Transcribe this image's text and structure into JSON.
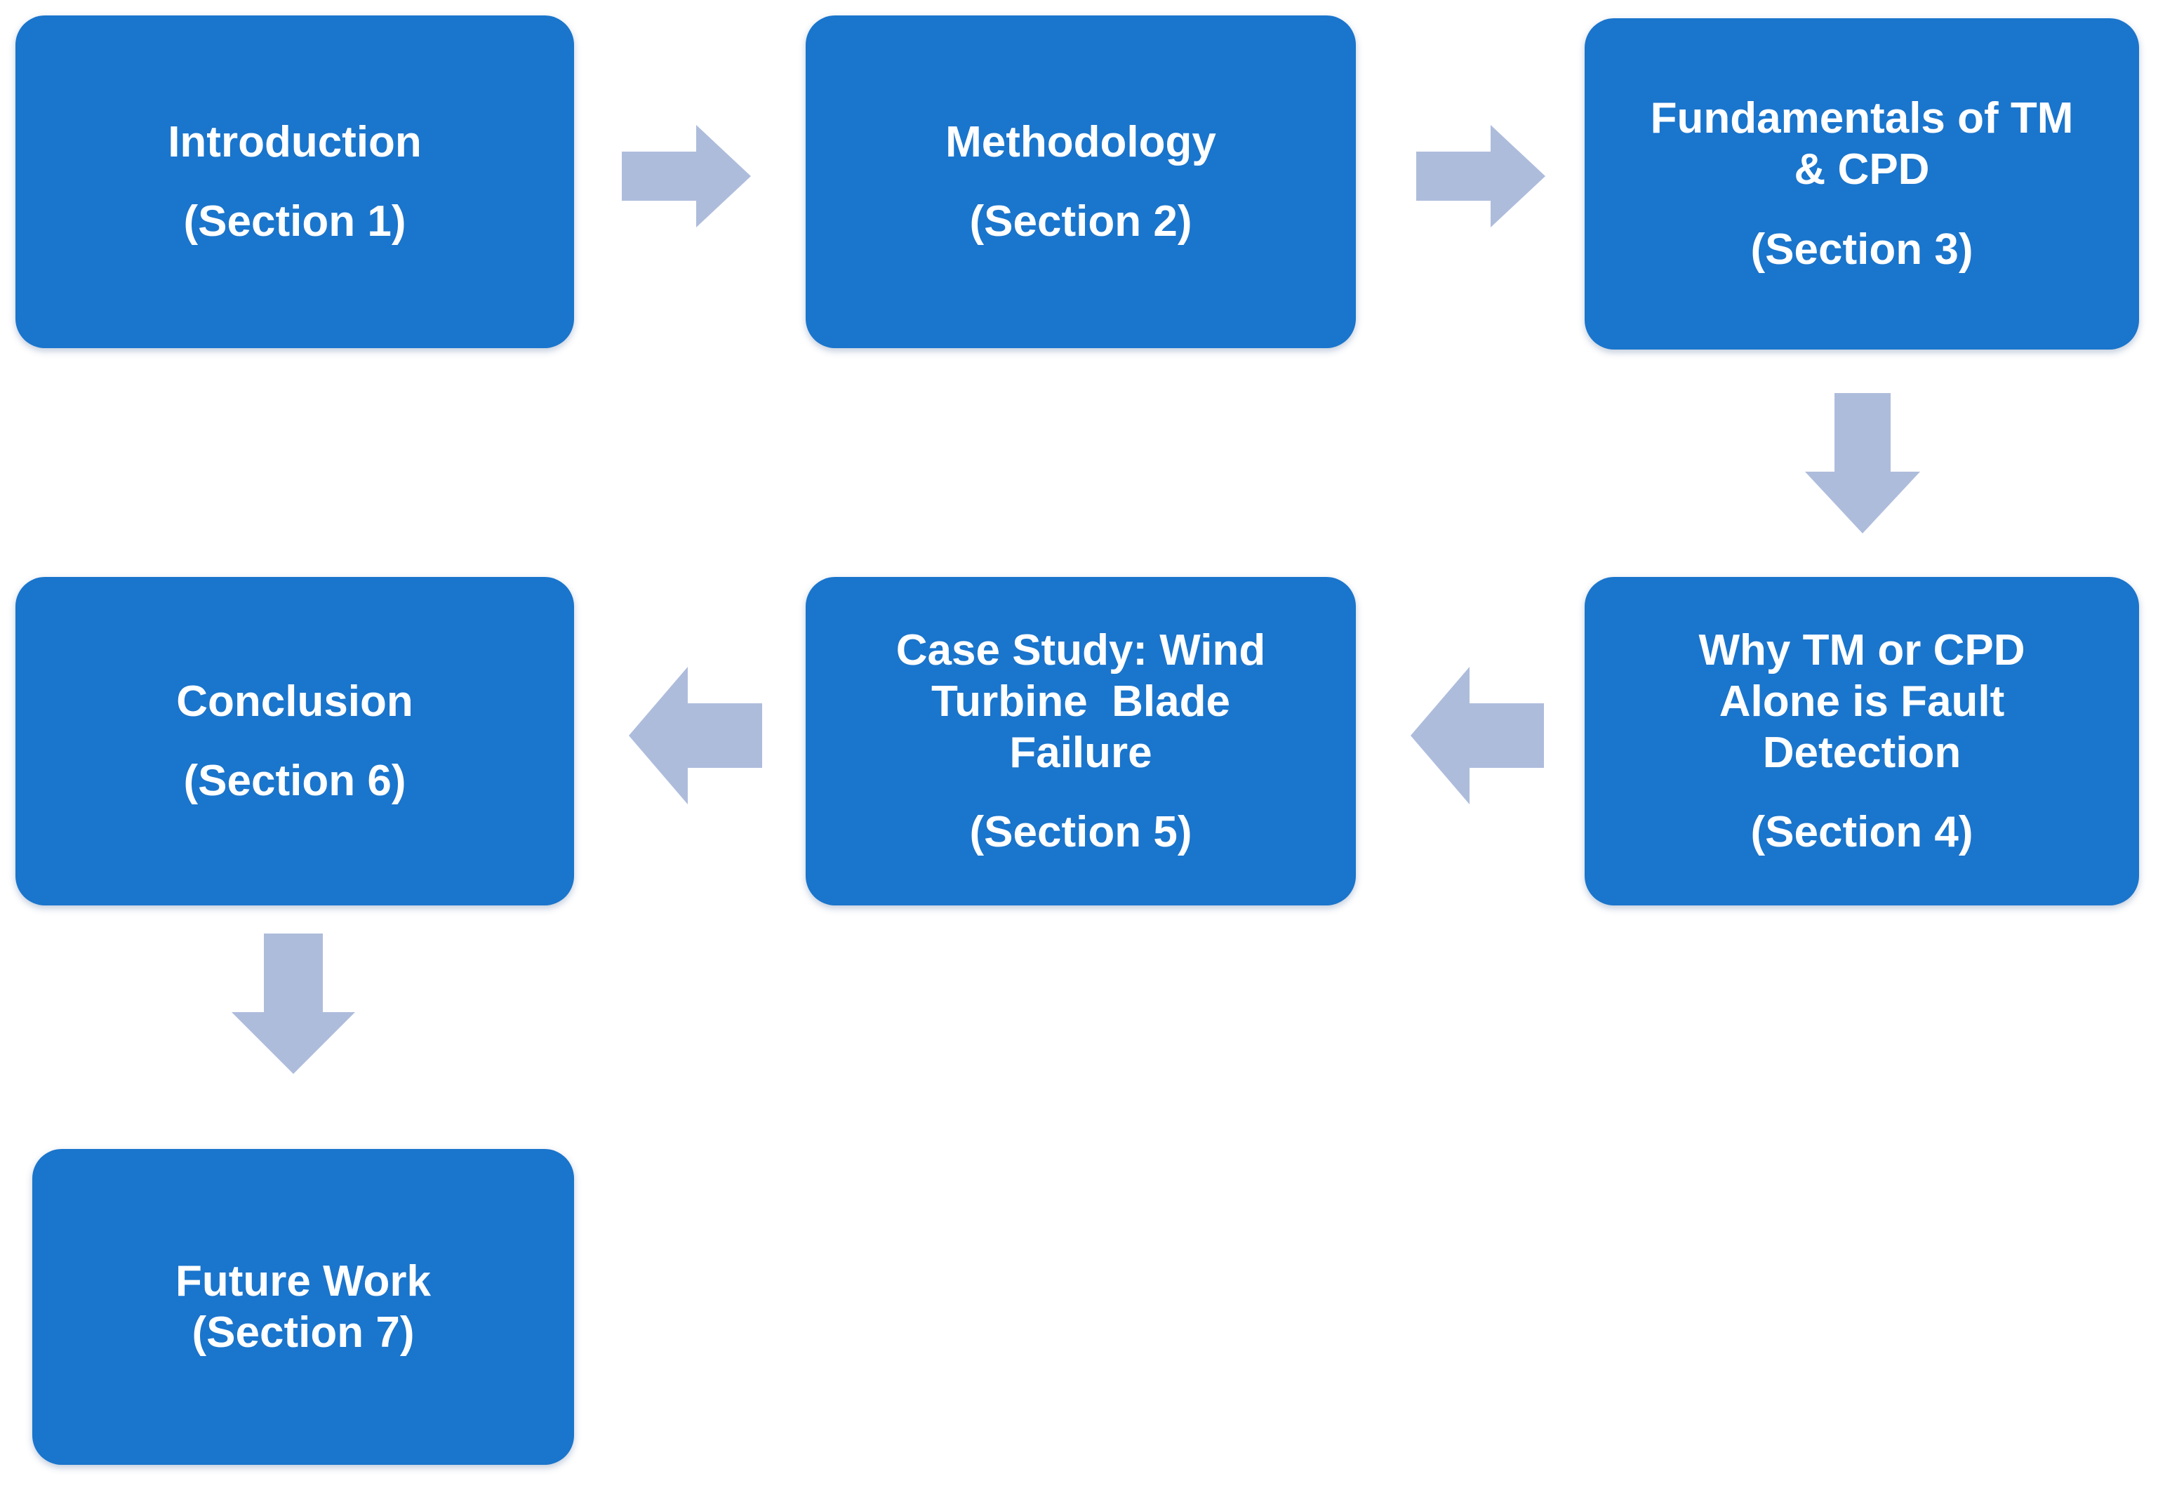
{
  "diagram": {
    "title": "Paper organisation flowchart",
    "colors": {
      "node_fill": "#1a75cc",
      "node_text": "#ffffff",
      "arrow_fill": "#aebcdc",
      "background": "#ffffff"
    },
    "nodes": [
      {
        "id": "introduction",
        "heading": "Introduction",
        "section": "(Section 1)",
        "lines": [
          "Introduction"
        ]
      },
      {
        "id": "methodology",
        "heading": "Methodology",
        "section": "(Section 2)",
        "lines": [
          "Methodology"
        ]
      },
      {
        "id": "fundamentals",
        "heading": "Fundamentals of TM & CPD",
        "section": "(Section 3)",
        "lines": [
          "Fundamentals of TM",
          "& CPD"
        ]
      },
      {
        "id": "why-tm-cpd",
        "heading": "Why TM or CPD Alone is Fault Detection",
        "section": "(Section 4)",
        "lines": [
          "Why TM or CPD",
          "Alone is Fault",
          "Detection"
        ]
      },
      {
        "id": "case-study",
        "heading": "Case Study: Wind Turbine  Blade Failure",
        "section": "(Section 5)",
        "lines": [
          "Case Study: Wind",
          "Turbine  Blade",
          "Failure"
        ]
      },
      {
        "id": "conclusion",
        "heading": "Conclusion",
        "section": "(Section 6)",
        "lines": [
          "Conclusion"
        ]
      },
      {
        "id": "future-work",
        "heading": "Future Work",
        "section": "(Section 7)",
        "lines": [
          "Future Work"
        ]
      }
    ],
    "arrows": [
      {
        "id": "intro-to-methodology",
        "from": "introduction",
        "to": "methodology",
        "direction": "right"
      },
      {
        "id": "methodology-to-fundamentals",
        "from": "methodology",
        "to": "fundamentals",
        "direction": "right"
      },
      {
        "id": "fundamentals-to-why",
        "from": "fundamentals",
        "to": "why-tm-cpd",
        "direction": "down"
      },
      {
        "id": "why-to-case-study",
        "from": "why-tm-cpd",
        "to": "case-study",
        "direction": "left"
      },
      {
        "id": "case-study-to-conclusion",
        "from": "case-study",
        "to": "conclusion",
        "direction": "left"
      },
      {
        "id": "conclusion-to-future",
        "from": "conclusion",
        "to": "future-work",
        "direction": "down"
      }
    ]
  }
}
